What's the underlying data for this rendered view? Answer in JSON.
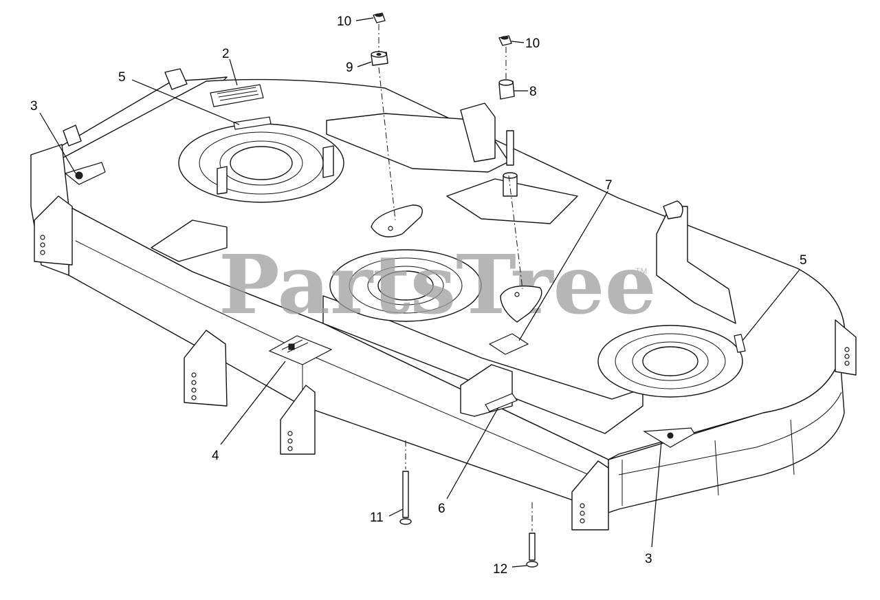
{
  "watermark": {
    "text": "PartsTree",
    "trademark": "TM"
  },
  "callouts": [
    {
      "label": "10"
    },
    {
      "label": "10"
    },
    {
      "label": "9"
    },
    {
      "label": "8"
    },
    {
      "label": "2"
    },
    {
      "label": "5"
    },
    {
      "label": "3"
    },
    {
      "label": "7"
    },
    {
      "label": "5"
    },
    {
      "label": "4"
    },
    {
      "label": "6"
    },
    {
      "label": "3"
    },
    {
      "label": "11"
    },
    {
      "label": "12"
    }
  ]
}
